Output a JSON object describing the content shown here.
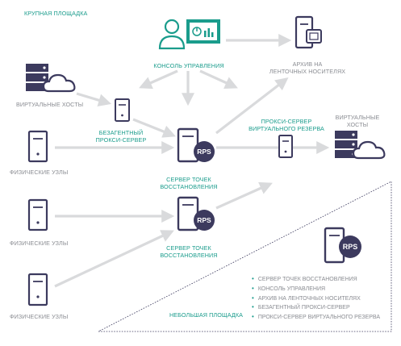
{
  "colors": {
    "accent": "#1a9c8c",
    "node": "#3c3a5e",
    "arrow": "#d9dadc",
    "text": "#8a8c92"
  },
  "labels": {
    "large_site": "КРУПНАЯ ПЛОЩАДКА",
    "console": "КОНСОЛЬ УПРАВЛЕНИЯ",
    "tape_archive_1": "АРХИВ НА",
    "tape_archive_2": "ЛЕНТОЧНЫХ НОСИТЕЛЯХ",
    "virtual_hosts_left": "ВИРТУАЛЬНЫЕ ХОСТЫ",
    "agentless_proxy_1": "БЕЗАГЕНТНЫЙ",
    "agentless_proxy_2": "ПРОКСИ-СЕРВЕР",
    "physical_nodes_1": "ФИЗИЧЕСКИЕ УЗЛЫ",
    "physical_nodes_2": "ФИЗИЧЕСКИЕ УЗЛЫ",
    "physical_nodes_3": "ФИЗИЧЕСКИЕ УЗЛЫ",
    "rps_server_1a": "СЕРВЕР ТОЧЕК",
    "rps_server_1b": "ВОССТАНОВЛЕНИЯ",
    "rps_server_2a": "СЕРВЕР ТОЧЕК",
    "rps_server_2b": "ВОССТАНОВЛЕНИЯ",
    "vstandby_proxy_1": "ПРОКСИ-СЕРВЕР",
    "vstandby_proxy_2": "ВИРТУАЛЬНОГО РЕЗЕРВА",
    "virtual_hosts_right_1": "ВИРТУАЛЬНЫЕ",
    "virtual_hosts_right_2": "ХОСТЫ",
    "small_site": "НЕБОЛЬШАЯ ПЛОЩАДКА",
    "rps_badge": "RPS"
  },
  "legend": [
    "СЕРВЕР ТОЧЕК ВОССТАНОВЛЕНИЯ",
    "КОНСОЛЬ УПРАВЛЕНИЯ",
    "АРХИВ НА ЛЕНТОЧНЫХ НОСИТЕЛЯХ",
    "БЕЗАГЕНТНЫЙ ПРОКСИ-СЕРВЕР",
    "ПРОКСИ-СЕРВЕР ВИРТУАЛЬНОГО РЕЗЕРВА"
  ],
  "icons": [
    "user-icon",
    "monitor-chart-icon",
    "tape-server-icon",
    "server-stack-icon",
    "cloud-icon",
    "tower-server-icon",
    "rps-server-icon"
  ]
}
